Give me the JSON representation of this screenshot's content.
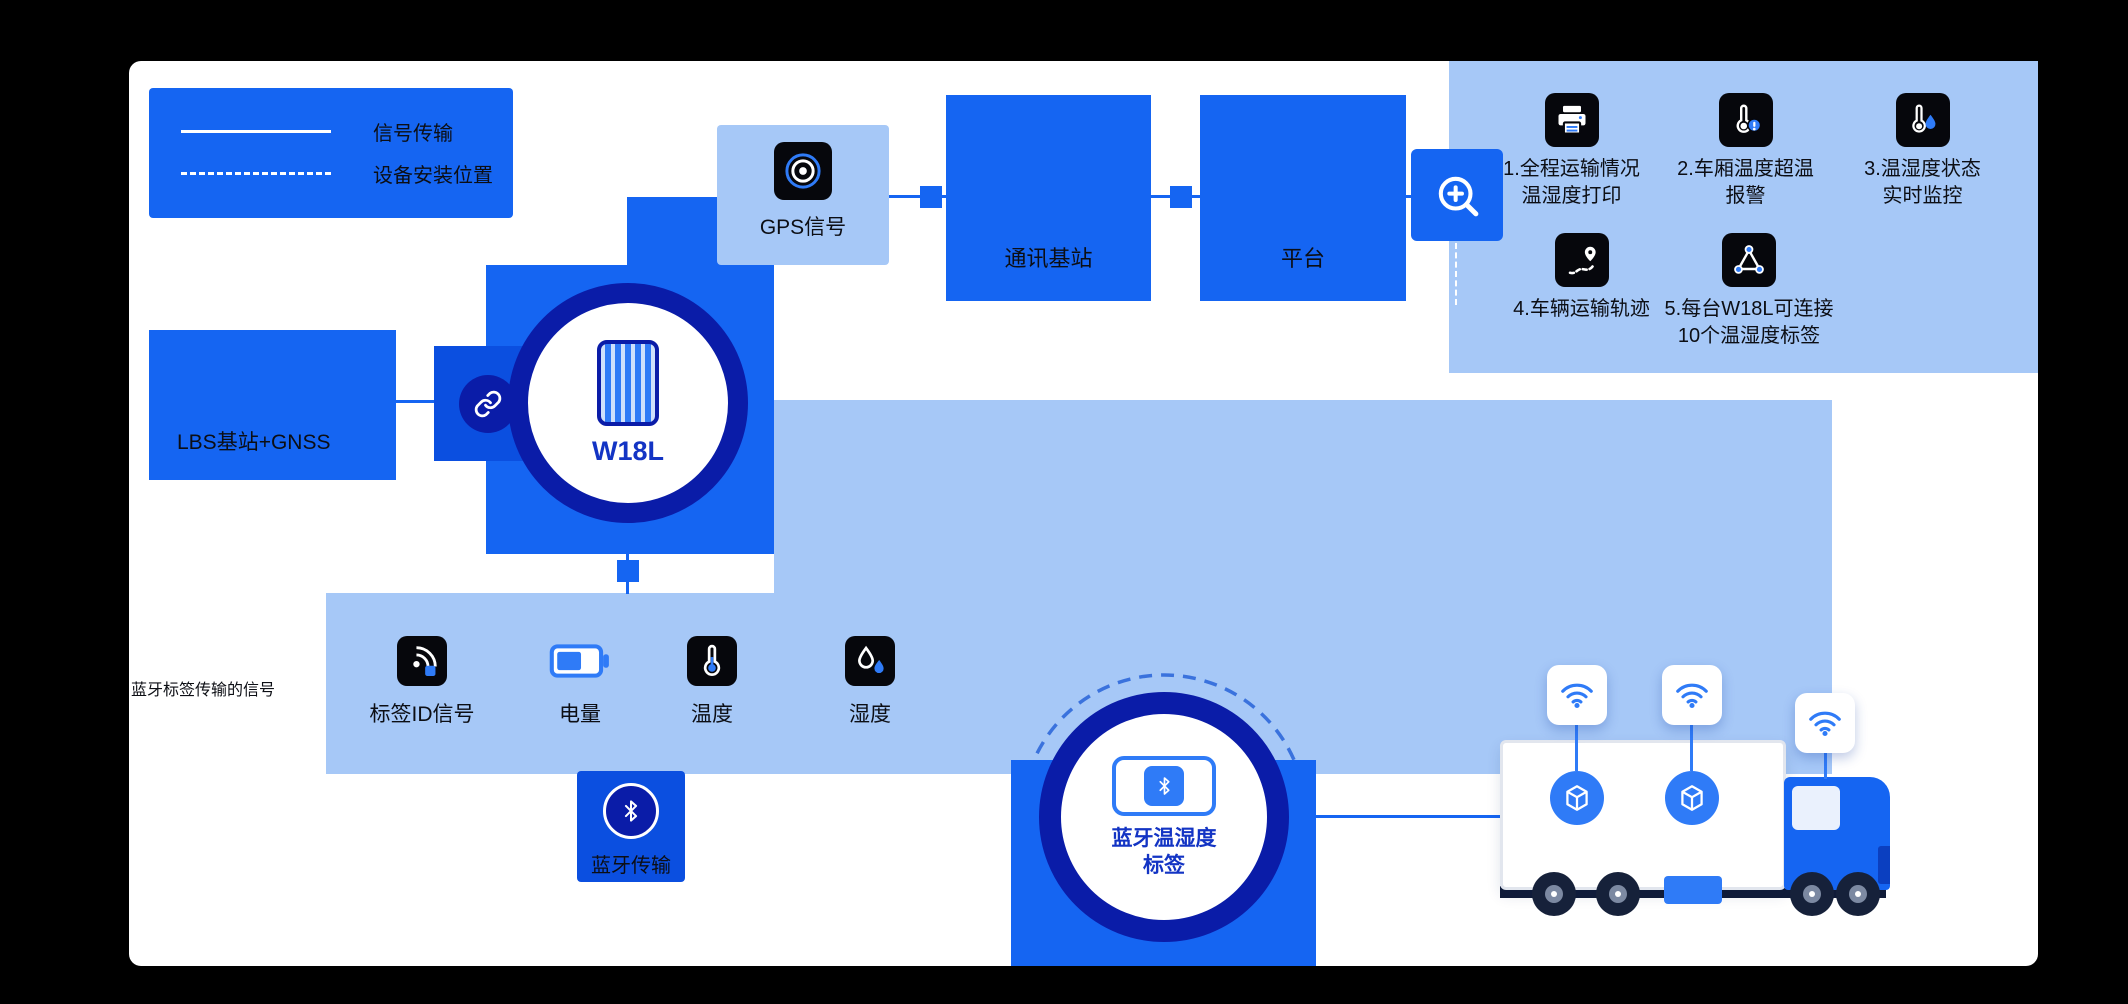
{
  "colors": {
    "blue": "#1565f2",
    "blue_dark": "#0b4fe0",
    "light_blue": "#a6c8f7",
    "navy": "#0a1ca8",
    "label_navy": "#1334c4",
    "black_icon": "#06070c",
    "text": "#0c0e14"
  },
  "legend": {
    "signal_transmission": "信号传输",
    "device_install_position": "设备安装位置"
  },
  "nodes": {
    "lbs": "LBS基站+GNSS",
    "gps": "GPS信号",
    "base_station": "通讯基站",
    "platform": "平台",
    "w18l": "W18L",
    "bt_tag": "蓝牙温湿度\n标签",
    "bt_transfer": "蓝牙传输",
    "bt_note": "蓝牙标签传输的信号"
  },
  "tag_metrics": [
    {
      "icon": "tag-id-signal-icon",
      "label": "标签ID信号"
    },
    {
      "icon": "battery-icon",
      "label": "电量"
    },
    {
      "icon": "temperature-icon",
      "label": "温度"
    },
    {
      "icon": "humidity-icon",
      "label": "湿度"
    }
  ],
  "features": [
    {
      "icon": "printer-icon",
      "label": "1.全程运输情况\n温湿度打印"
    },
    {
      "icon": "temperature-alarm-icon",
      "label": "2.车厢温度超温\n报警"
    },
    {
      "icon": "temp-humidity-monitor-icon",
      "label": "3.温湿度状态\n实时监控"
    },
    {
      "icon": "vehicle-route-icon",
      "label": "4.车辆运输轨迹"
    },
    {
      "icon": "multi-tag-link-icon",
      "label": "5.每台W18L可连接\n10个温湿度标签"
    }
  ]
}
